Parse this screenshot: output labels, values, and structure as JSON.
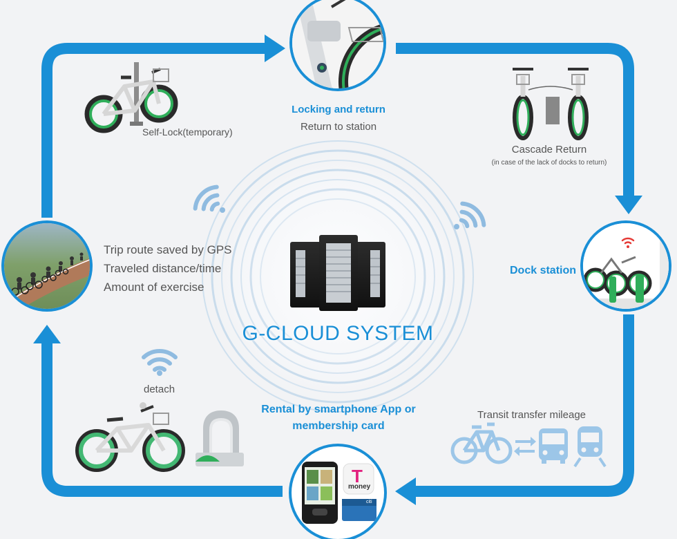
{
  "colors": {
    "flow_arrow": "#1a8fd6",
    "accent_blue": "#1a8fd6",
    "bike_green": "#2fae5a",
    "text_gray": "#555555",
    "ring_light": "#c9dcec",
    "transit_icon": "#9cc6e8",
    "background": "#f2f3f5"
  },
  "labels": {
    "locking_return": "Locking and return",
    "return_to_station": "Return to station",
    "self_lock": "Self-Lock(temporary)",
    "cascade_return": "Cascade Return",
    "cascade_note": "(in case of the lack of docks to return)",
    "dock_station": "Dock station",
    "trip_route": "Trip route saved by GPS",
    "traveled": "Traveled distance/time",
    "exercise": "Amount of exercise",
    "system_name": "G-CLOUD SYSTEM",
    "detach": "detach",
    "rental_line1": "Rental by smartphone App or",
    "rental_line2": "membership card",
    "transit_mileage": "Transit transfer mileage"
  },
  "card_labels": {
    "tmoney": "money",
    "tmoney_letter": "T",
    "citi": "citi"
  },
  "icons": {
    "server": "server-rack-icon",
    "wifi": "wifi-icon",
    "bicycle": "bicycle-icon",
    "bus": "bus-icon",
    "train": "train-icon",
    "exchange": "exchange-arrows-icon",
    "smartphone": "smartphone-icon"
  }
}
